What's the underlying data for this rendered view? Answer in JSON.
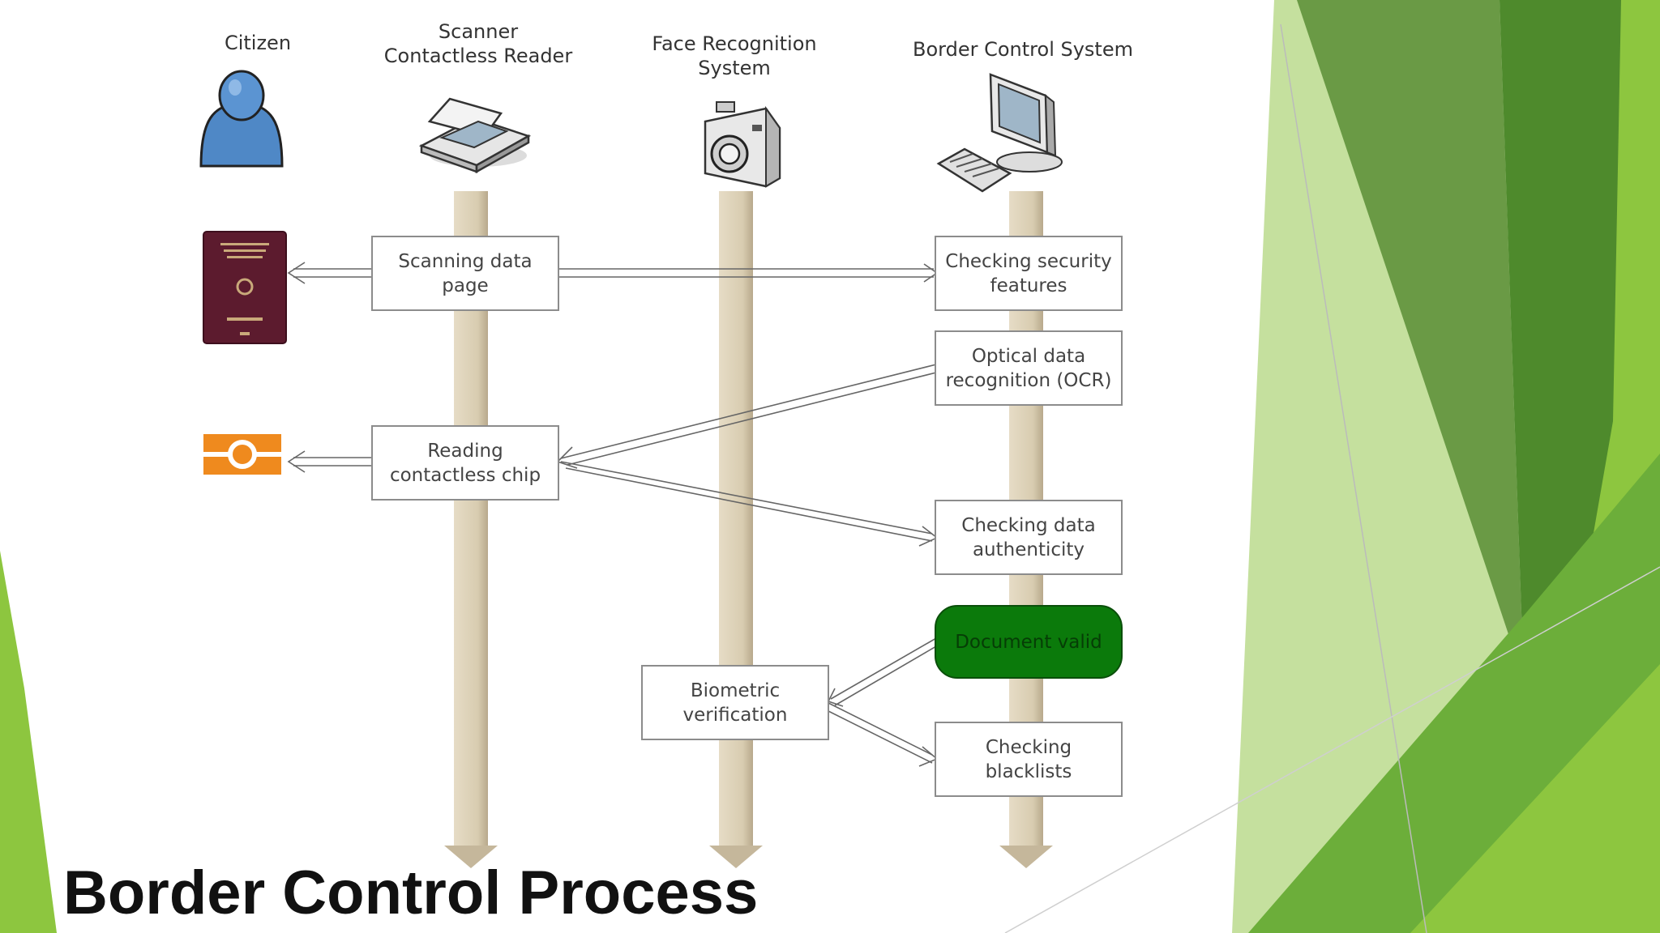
{
  "slide": {
    "title": "Border Control Process"
  },
  "lanes": {
    "citizen": "Citizen",
    "scanner": "Scanner\nContactless Reader",
    "face": "Face Recognition\nSystem",
    "border": "Border Control System"
  },
  "steps": {
    "scanning": "Scanning data\npage",
    "security": "Checking security\nfeatures",
    "ocr": "Optical data\nrecognition (OCR)",
    "chip": "Reading\ncontactless chip",
    "authenticity": "Checking data\nauthenticity",
    "valid": "Document valid",
    "biometric": "Biometric\nverification",
    "blacklists": "Checking\nblacklists"
  },
  "icons": {
    "citizen": "person-icon",
    "scanner": "scanner-icon",
    "face": "camera-icon",
    "border": "computer-icon",
    "passport": "passport-icon",
    "chip": "contactless-chip-icon"
  },
  "colors": {
    "valid_fill": "#0b7a0b",
    "accent_green": "#8dc63f"
  }
}
